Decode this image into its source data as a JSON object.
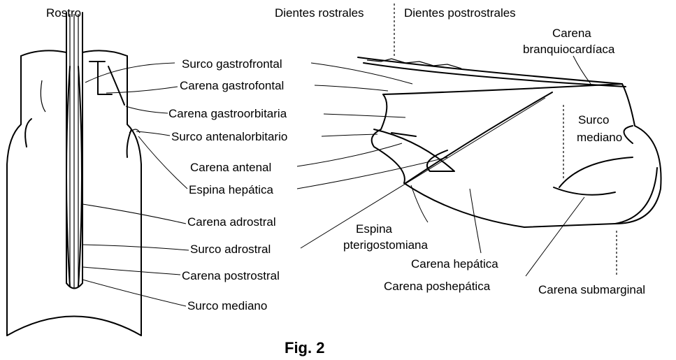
{
  "figure": {
    "caption": "Fig. 2",
    "dorsal_view": {
      "title": "Rostro",
      "labels": {
        "surco_gastrofrontal": "Surco gastrofrontal",
        "carena_gastrofontal": "Carena gastrofontal",
        "carena_gastroorbitaria": "Carena gastroorbitaria",
        "surco_antenalorbitario": "Surco antenalorbitario",
        "carena_antenal": "Carena antenal",
        "espina_hepatica": "Espina hepática",
        "carena_adrostral": "Carena adrostral",
        "surco_adrostral": "Surco adrostral",
        "carena_postrostral": "Carena postrostral",
        "surco_mediano": "Surco mediano"
      }
    },
    "lateral_view": {
      "dientes_rostrales": "Dientes rostrales",
      "dientes_postrostrales": "Dientes postrostrales",
      "carena_branquio_line1": "Carena",
      "carena_branquio_line2": "branquiocardíaca",
      "surco_mediano_line1": "Surco",
      "surco_mediano_line2": "mediano",
      "espina_pterigo_line1": "Espina",
      "espina_pterigo_line2": "pterigostomiana",
      "carena_hepatica": "Carena hepática",
      "carena_poshepatica": "Carena poshepática",
      "carena_submarginal": "Carena submarginal"
    }
  }
}
